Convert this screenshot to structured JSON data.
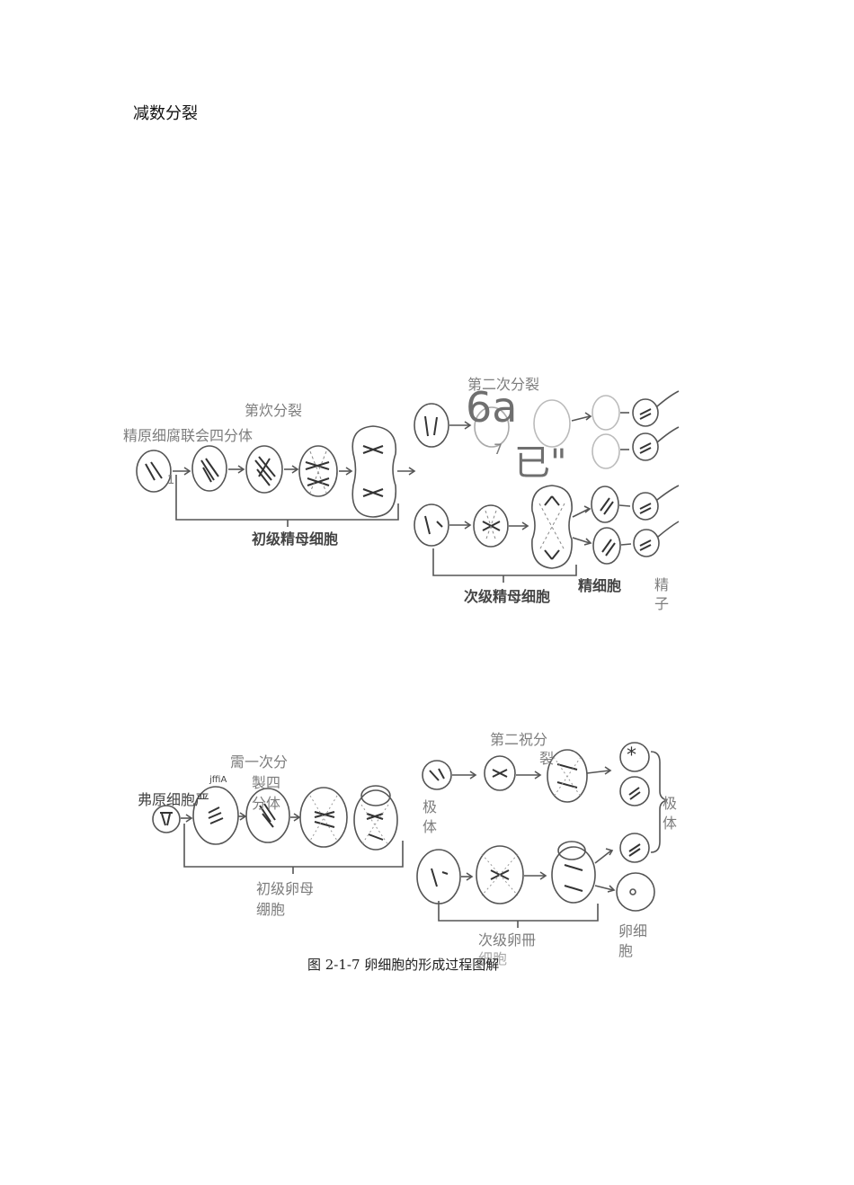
{
  "document": {
    "heading": "减数分裂",
    "caption": "图 2-1-7 卵细胞的形成过程图解"
  },
  "figure_sperm": {
    "label_first_division": "第炊分裂",
    "label_spermatogonium": "精原细腐联会四分体",
    "label_second_division": "第二次分裂",
    "label_primary_spermatocyte": "初级精母细胞",
    "label_secondary_spermatocyte": "次级精母细胞",
    "label_spermatid": "精细胞",
    "label_sperm_1": "精",
    "label_sperm_2": "子",
    "ocr_noise_1": "6a",
    "ocr_noise_2": "7",
    "ocr_noise_3": "已\"",
    "ocr_noise_4": "1"
  },
  "figure_egg": {
    "label_first_division_1": "霌一次分",
    "label_first_division_2": "製四",
    "label_first_division_3": "分体",
    "label_small": "jffiA",
    "label_oogonium": "弗原细胞严",
    "label_second_division_1": "第二祝分",
    "label_second_division_2": "裂",
    "label_polar_body_1a": "极",
    "label_polar_body_1b": "体",
    "label_polar_body_2a": "极",
    "label_polar_body_2b": "体",
    "label_primary_oocyte_1": "初级卵母",
    "label_primary_oocyte_2": "绷胞",
    "label_secondary_oocyte_1": "次级卵冊",
    "label_secondary_oocyte_2": "细胞",
    "label_egg_1": "卵细",
    "label_egg_2": "胞",
    "star_mark": "*"
  }
}
